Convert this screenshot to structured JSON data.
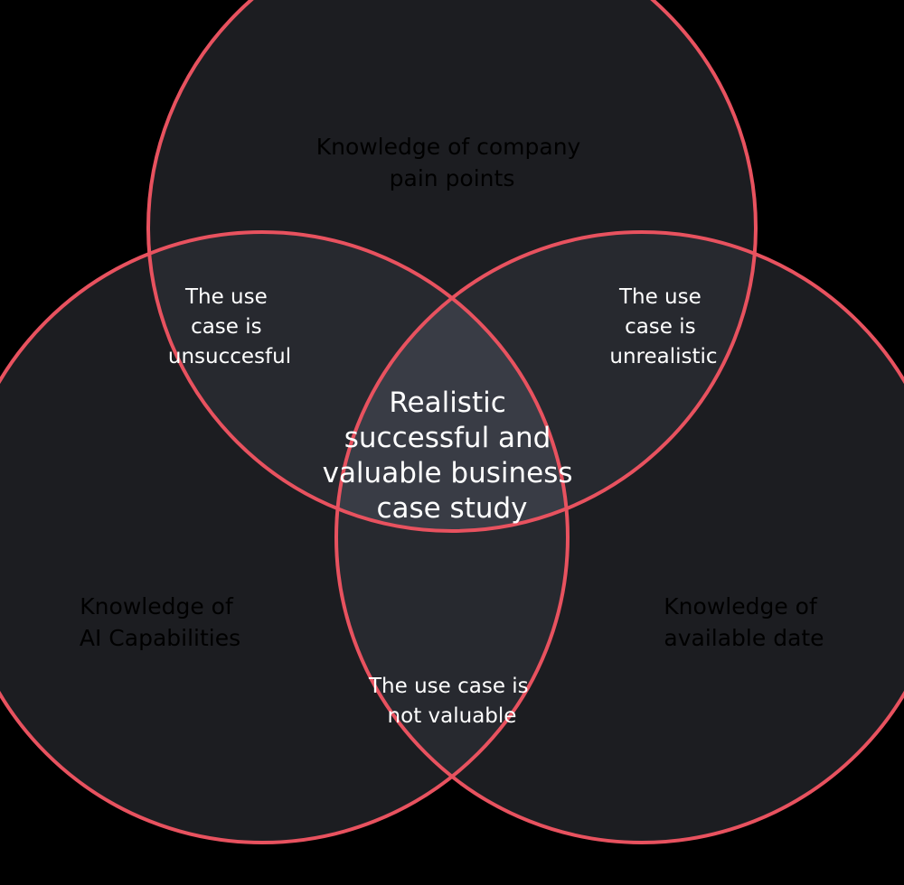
{
  "colors": {
    "background": "#000000",
    "circle_fill": "#1c1d21",
    "pair_overlap_fill": "#27292f",
    "center_fill": "#393c45",
    "outline": "#e8525f",
    "text_light": "#ffffff",
    "text_dark": "#000000"
  },
  "sets": {
    "top": [
      "Knowledge of company",
      "pain points"
    ],
    "left": [
      "Knowledge of",
      "AI Capabilities"
    ],
    "right": [
      "Knowledge of",
      "available date"
    ]
  },
  "overlaps": {
    "top_left": [
      "The use",
      "case is",
      "unsuccesful"
    ],
    "top_right": [
      "The use",
      "case is",
      "unrealistic"
    ],
    "bottom": [
      "The use case is",
      "not valuable"
    ],
    "center": [
      "Realistic",
      "successful and",
      "valuable business",
      "case study"
    ]
  }
}
